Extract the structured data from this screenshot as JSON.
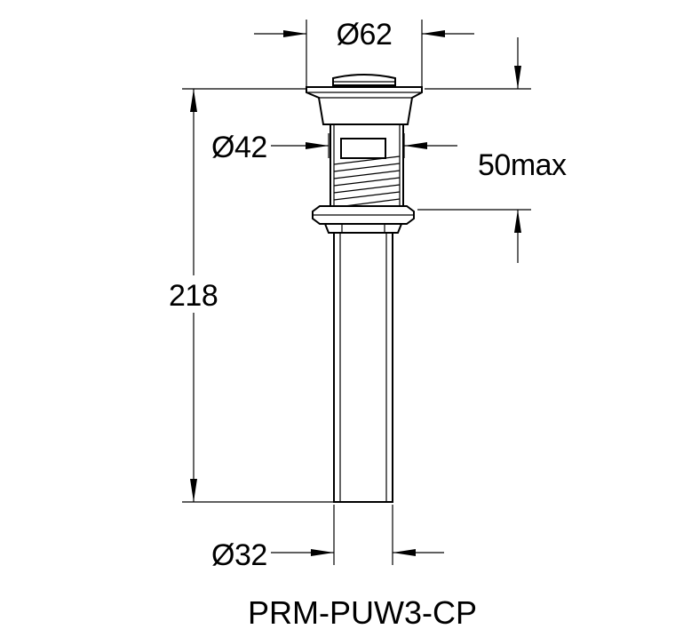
{
  "dimensions": {
    "top_diameter": "Ø62",
    "thread_diameter": "Ø42",
    "max_length": "50max",
    "total_height": "218",
    "tail_diameter": "Ø32"
  },
  "model_code": "PRM-PUW3-CP"
}
